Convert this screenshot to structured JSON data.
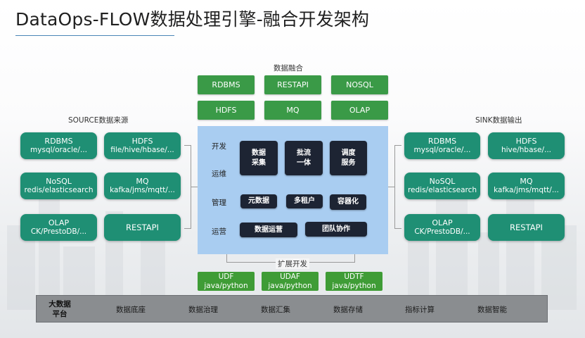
{
  "title": "DataOps-FLOW数据处理引擎-融合开发架构",
  "fusion": {
    "label": "数据融合",
    "items": [
      "RDBMS",
      "RESTAPI",
      "NOSQL",
      "HDFS",
      "MQ",
      "OLAP"
    ]
  },
  "source": {
    "label": "SOURCE数据来源",
    "items": [
      {
        "title": "RDBMS",
        "sub": "mysql/oracle/..."
      },
      {
        "title": "HDFS",
        "sub": "file/hive/hbase/..."
      },
      {
        "title": "NoSQL",
        "sub": "redis/elasticsearch"
      },
      {
        "title": "MQ",
        "sub": "kafka/jms/mqtt/..."
      },
      {
        "title": "OLAP",
        "sub": "CK/PrestoDB/..."
      },
      {
        "title": "RESTAPI",
        "sub": ""
      }
    ]
  },
  "sink": {
    "label": "SINK数据输出",
    "items": [
      {
        "title": "RDBMS",
        "sub": "mysql/oracle/..."
      },
      {
        "title": "HDFS",
        "sub": "hive/hbase/..."
      },
      {
        "title": "NoSQL",
        "sub": "redis/elasticsearch"
      },
      {
        "title": "MQ",
        "sub": "kafka/jms/mqtt/..."
      },
      {
        "title": "OLAP",
        "sub": "CK/PrestoDB/..."
      },
      {
        "title": "RESTAPI",
        "sub": ""
      }
    ]
  },
  "core": {
    "rows": [
      "开发",
      "运维",
      "管理",
      "运营"
    ],
    "dev": [
      [
        "数据",
        "采集"
      ],
      [
        "批流",
        "一体"
      ],
      [
        "调度",
        "服务"
      ]
    ],
    "manage": [
      "元数据",
      "多租户",
      "容器化"
    ],
    "operate": [
      "数据运营",
      "团队协作"
    ]
  },
  "extension": {
    "label": "扩展开发",
    "items": [
      {
        "title": "UDF",
        "sub": "java/python"
      },
      {
        "title": "UDAF",
        "sub": "java/python"
      },
      {
        "title": "UDTF",
        "sub": "java/python"
      }
    ]
  },
  "platform": {
    "label_line1": "大数据",
    "label_line2": "平台",
    "items": [
      "数据底座",
      "数据治理",
      "数据汇集",
      "数据存储",
      "指标计算",
      "数据智能"
    ]
  },
  "colors": {
    "green": "#3a9a47",
    "teal": "#1f8f74",
    "core_bg": "#a9cdf1",
    "dark_button": "#1d2433",
    "platform_bg": "#8a8d90"
  }
}
